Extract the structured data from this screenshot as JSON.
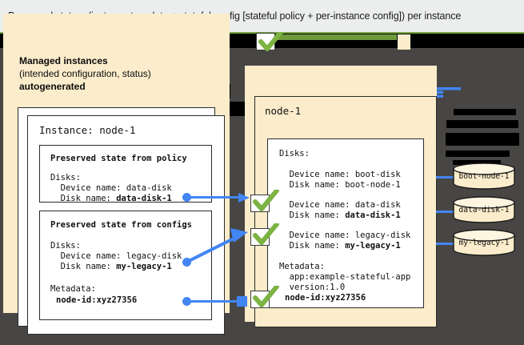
{
  "caption": "Preserved state = (instance template + stateful config [stateful policy + per-instance config]) per instance",
  "colors": {
    "slide_background": "#484644",
    "cream_panel": "#fbeccb",
    "accent_green": "#6f9b3c",
    "accent_blue": "#4285f4",
    "redaction_black": "#000000",
    "card_white": "#ffffff"
  },
  "left_panel": {
    "heading_line1": "Managed instances",
    "heading_line2": "(intended configuration, status)",
    "heading_line3": "autogenerated",
    "instance_title": "Instance: node-1",
    "policy_box": {
      "title": "Preserved state from policy",
      "lines": [
        "Disks:",
        "  Device name: data-disk",
        "  Disk name: "
      ],
      "bold_value": "data-disk-1"
    },
    "configs_box": {
      "title": "Preserved state from configs",
      "disks_label": "Disks:",
      "device_line": "  Device name: legacy-disk",
      "disk_name_prefix": "  Disk name: ",
      "disk_name_value": "my-legacy-1",
      "metadata_label": "Metadata:",
      "metadata_value": "node-id:xyz27356"
    }
  },
  "node_panel": {
    "title": "node-1",
    "disks_label": "Disks:",
    "entries": [
      {
        "device": "  Device name: boot-disk",
        "disk_prefix": "  Disk name: ",
        "disk_value": "boot-node-1",
        "bold": false,
        "checked": false
      },
      {
        "device": "  Device name: data-disk",
        "disk_prefix": "  Disk name: ",
        "disk_value": "data-disk-1",
        "bold": true,
        "checked": true
      },
      {
        "device": "  Device name: legacy-disk",
        "disk_prefix": "  Disk name: ",
        "disk_value": "my-legacy-1",
        "bold": true,
        "checked": true
      }
    ],
    "metadata_label": "Metadata:",
    "metadata_lines": [
      "  app:example-stateful-app",
      "  version:1.0"
    ],
    "metadata_bold": "node-id:xyz27356"
  },
  "disks": [
    {
      "label": "boot-node-1"
    },
    {
      "label": "data-disk-1"
    },
    {
      "label": "my-legacy-1"
    }
  ],
  "icons": {
    "check": "green-check-icon",
    "disk": "disk-cylinder-icon",
    "arrow": "blue-arrow-icon"
  }
}
